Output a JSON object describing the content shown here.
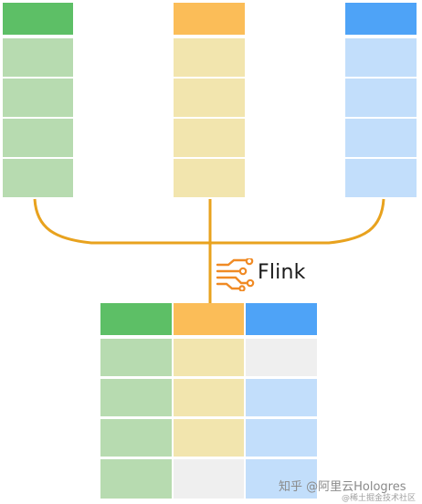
{
  "diagram": {
    "colors": {
      "green_header": "#5dbf66",
      "green_cell": "#b7dbb0",
      "orange_header": "#fbbd58",
      "orange_cell": "#f2e5ae",
      "blue_header": "#4ea3f7",
      "blue_cell": "#c2defb",
      "empty_cell": "#efefef",
      "connector": "#e8a21e",
      "flink_icon": "#f08a24"
    },
    "sources": [
      {
        "name": "green-source",
        "color": "green"
      },
      {
        "name": "orange-source",
        "color": "orange"
      },
      {
        "name": "blue-source",
        "color": "blue"
      }
    ],
    "processor": {
      "label": "Flink",
      "icon": "flink-icon"
    },
    "wide_table": {
      "columns": [
        "green",
        "orange",
        "blue"
      ],
      "rows": [
        [
          "green",
          "orange",
          "empty"
        ],
        [
          "green",
          "orange",
          "blue"
        ],
        [
          "green",
          "orange",
          "blue"
        ],
        [
          "green",
          "empty",
          "blue"
        ]
      ]
    }
  },
  "watermark": {
    "main": "知乎 @阿里云Hologres",
    "sub": "@稀土掘金技术社区"
  }
}
